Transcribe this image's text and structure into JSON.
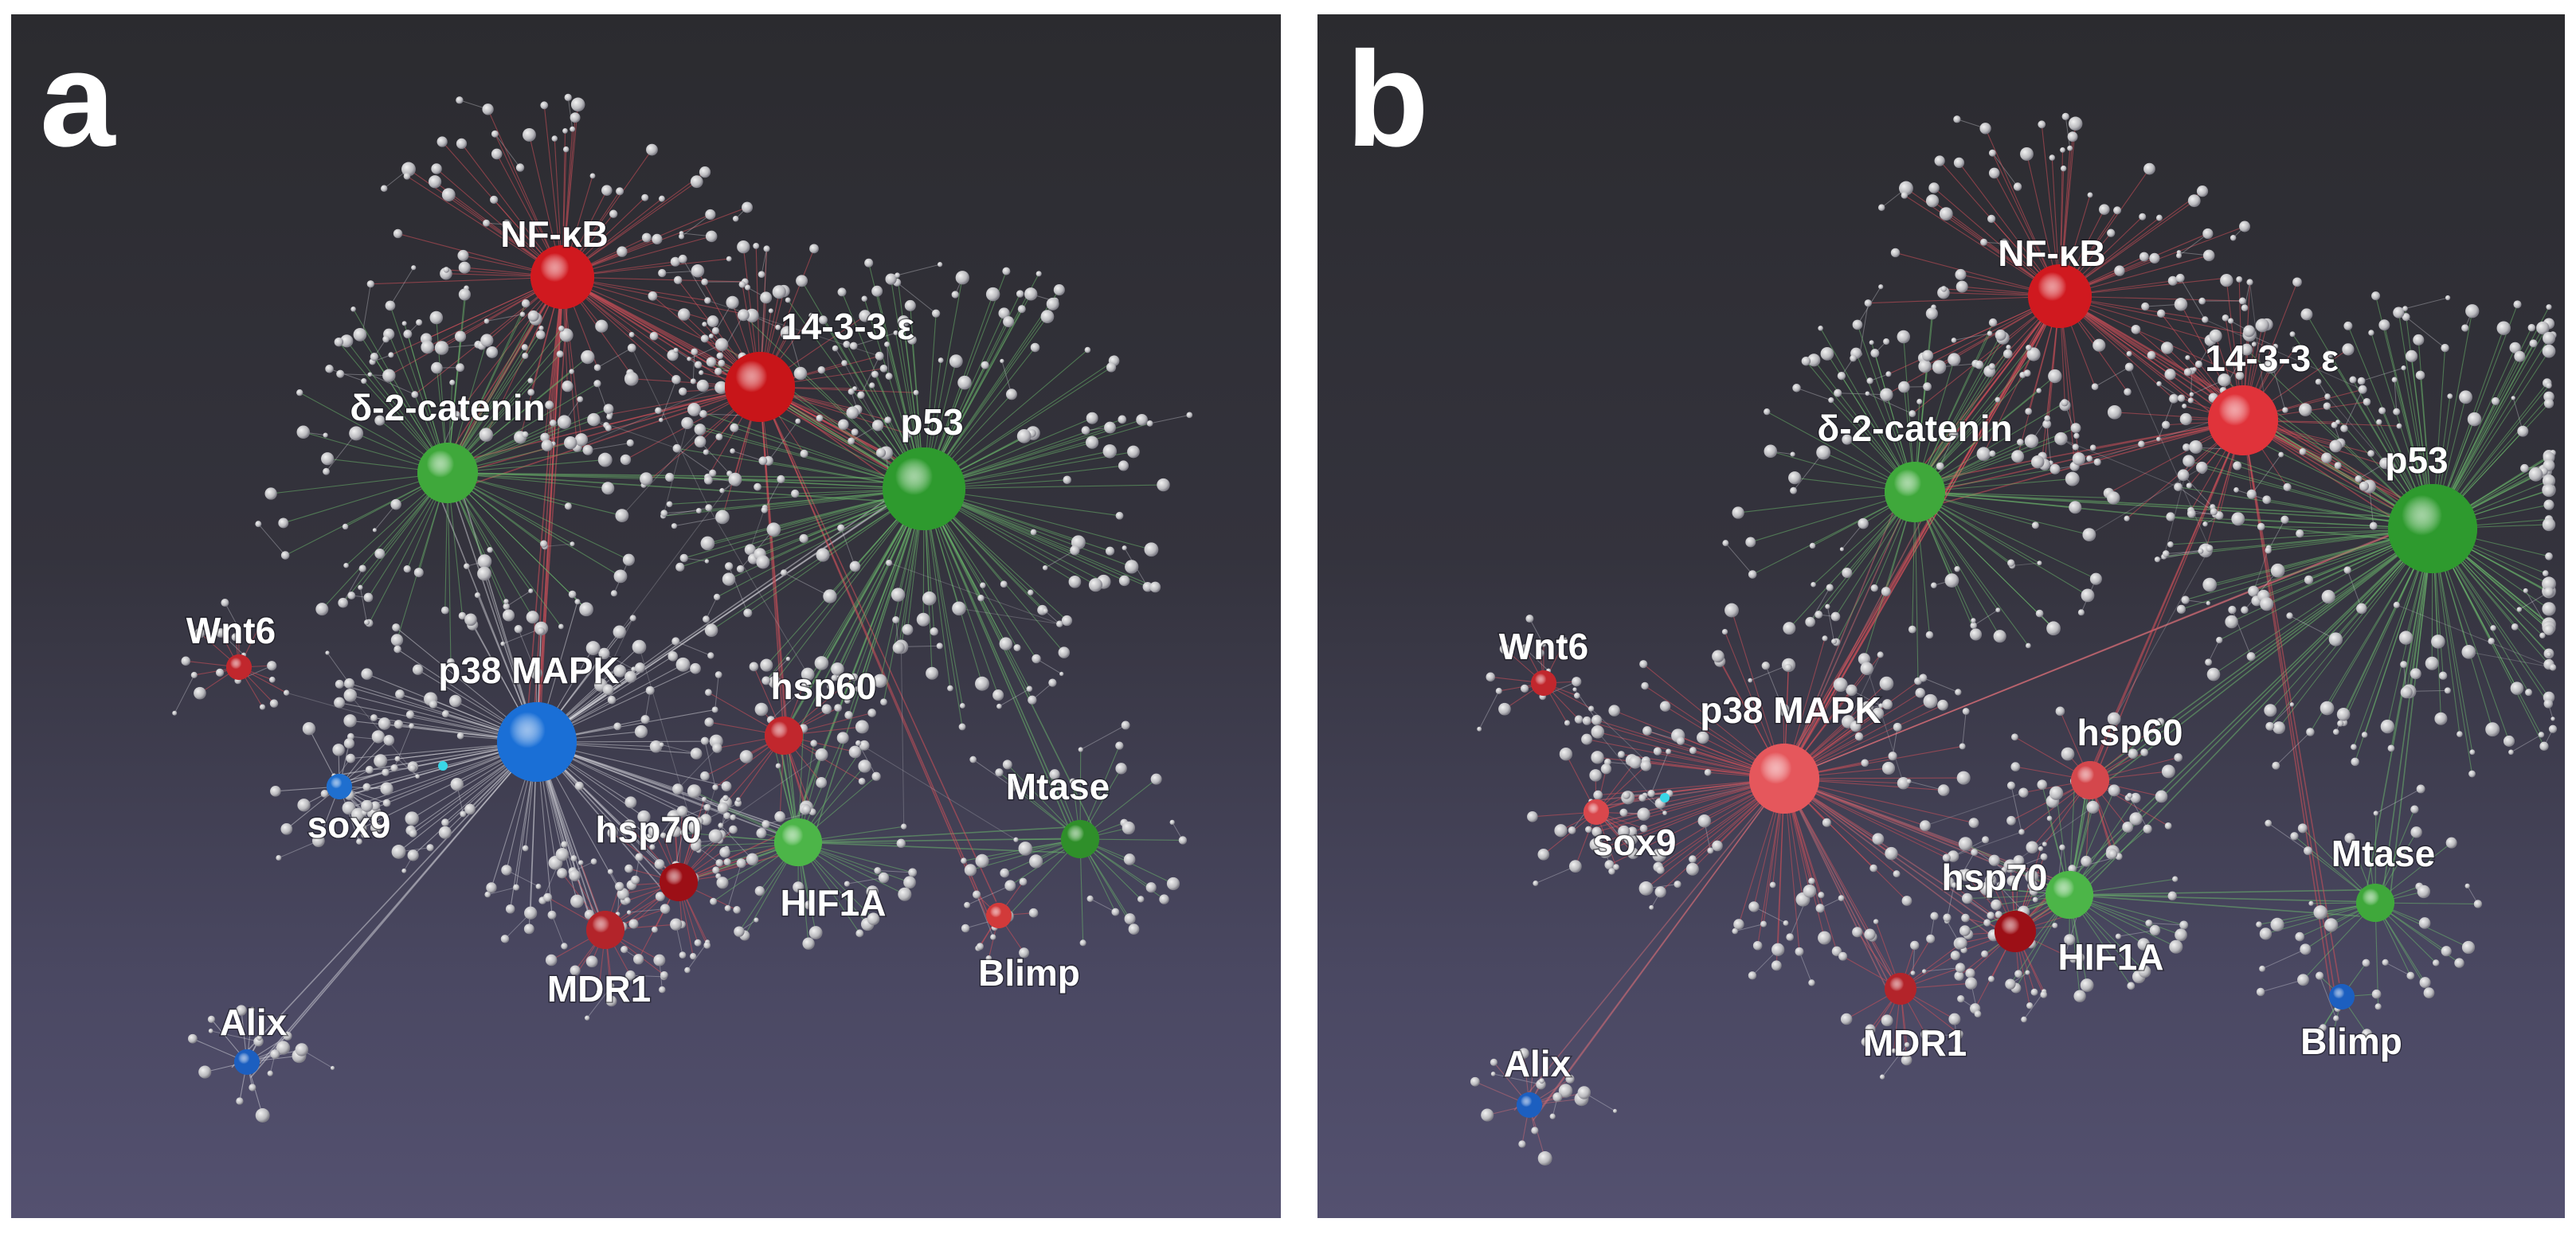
{
  "panels": [
    {
      "id": "a",
      "letter": "a",
      "hubs": [
        {
          "key": "nfkb",
          "label": "NF-κB",
          "color": "#d0191f"
        },
        {
          "key": "ywhae",
          "label": "14-3-3 ε",
          "color": "#c81519"
        },
        {
          "key": "catenin",
          "label": "δ-2-catenin",
          "color": "#3fa83b"
        },
        {
          "key": "p53",
          "label": "p53",
          "color": "#2e9a2e"
        },
        {
          "key": "wnt6",
          "label": "Wnt6",
          "color": "#c1272d"
        },
        {
          "key": "p38",
          "label": "p38 MAPK",
          "color": "#1a6fd6"
        },
        {
          "key": "hsp60",
          "label": "hsp60",
          "color": "#c1272d"
        },
        {
          "key": "sox9",
          "label": "sox9",
          "color": "#1f6fcf"
        },
        {
          "key": "hsp70",
          "label": "hsp70",
          "color": "#9c0f16"
        },
        {
          "key": "hif1a",
          "label": "HIF1A",
          "color": "#4cb548"
        },
        {
          "key": "mtase",
          "label": "Mtase",
          "color": "#2f8f2a"
        },
        {
          "key": "mdr1",
          "label": "MDR1",
          "color": "#b3242a"
        },
        {
          "key": "blimp",
          "label": "Blimp",
          "color": "#d23a3a"
        },
        {
          "key": "alix",
          "label": "Alix",
          "color": "#1c5fc0"
        }
      ]
    },
    {
      "id": "b",
      "letter": "b",
      "hubs": [
        {
          "key": "nfkb",
          "label": "NF-κB",
          "color": "#d0191f"
        },
        {
          "key": "ywhae",
          "label": "14-3-3 ε",
          "color": "#e0333a"
        },
        {
          "key": "catenin",
          "label": "δ-2-catenin",
          "color": "#3fa83b"
        },
        {
          "key": "p53",
          "label": "p53",
          "color": "#2e9a2e"
        },
        {
          "key": "wnt6",
          "label": "Wnt6",
          "color": "#c1272d"
        },
        {
          "key": "p38",
          "label": "p38 MAPK",
          "color": "#e5575c"
        },
        {
          "key": "hsp60",
          "label": "hsp60",
          "color": "#d4474c"
        },
        {
          "key": "sox9",
          "label": "sox9",
          "color": "#d9474c"
        },
        {
          "key": "hsp70",
          "label": "hsp70",
          "color": "#9c0f16"
        },
        {
          "key": "hif1a",
          "label": "HIF1A",
          "color": "#4cb548"
        },
        {
          "key": "mtase",
          "label": "Mtase",
          "color": "#3fa83b"
        },
        {
          "key": "mdr1",
          "label": "MDR1",
          "color": "#b3242a"
        },
        {
          "key": "blimp",
          "label": "Blimp",
          "color": "#1c5fc0"
        },
        {
          "key": "alix",
          "label": "Alix",
          "color": "#1c5fc0"
        }
      ]
    }
  ]
}
